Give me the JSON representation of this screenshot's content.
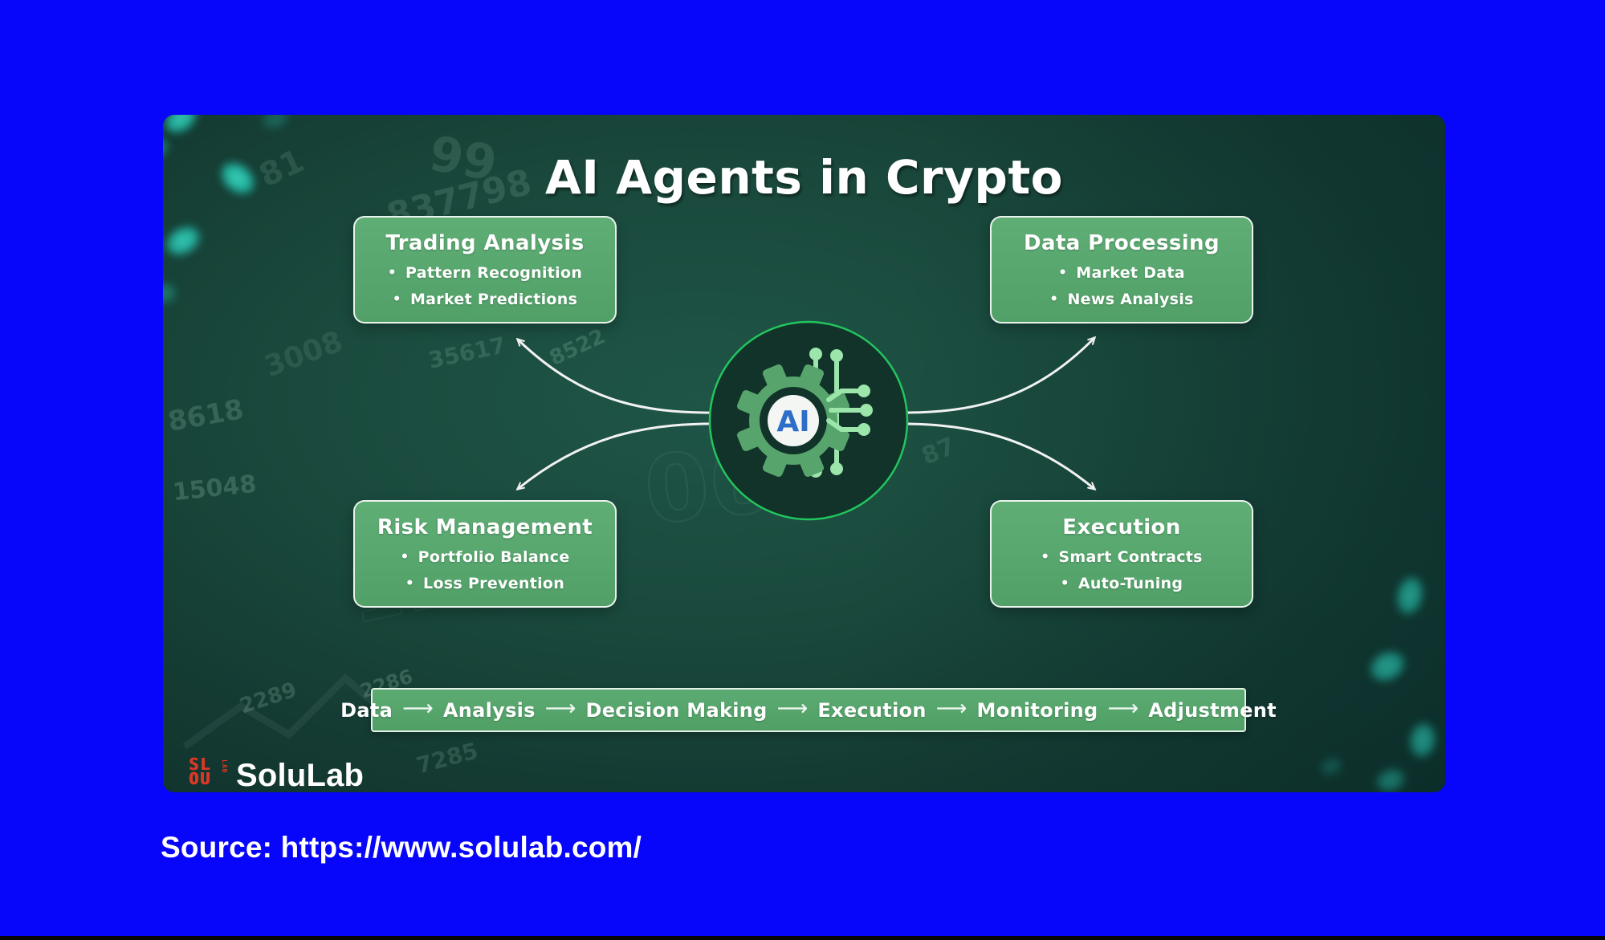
{
  "title": "AI Agents in Crypto",
  "center_emblem": {
    "label": "AI"
  },
  "nodes": [
    {
      "title": "Trading Analysis",
      "bullets": [
        "Pattern Recognition",
        "Market Predictions"
      ]
    },
    {
      "title": "Data Processing",
      "bullets": [
        "Market Data",
        "News Analysis"
      ]
    },
    {
      "title": "Risk Management",
      "bullets": [
        "Portfolio Balance",
        "Loss Prevention"
      ]
    },
    {
      "title": "Execution",
      "bullets": [
        "Smart Contracts",
        "Auto-Tuning"
      ]
    }
  ],
  "flow": {
    "steps": [
      "Data",
      "Analysis",
      "Decision Making",
      "Execution",
      "Monitoring",
      "Adjustment"
    ],
    "arrow_glyph": "⟶"
  },
  "branding": {
    "name": "SoluLab",
    "mark_top": "SL",
    "mark_bottom": "OU",
    "mark_side": "LAB"
  },
  "source_line": "Source: https://www.solulab.com/",
  "background_numbers": [
    "99",
    "837798",
    "81",
    "8522",
    "35617",
    "15048",
    "8618",
    "06",
    "2286",
    "2289",
    "7285",
    "87",
    "3008",
    "1187"
  ],
  "colors": {
    "background_blue": "#0705fa",
    "panel_green": "#1a4a3d",
    "box_green": "#55a56c",
    "ring_green": "#23c55e",
    "ai_blue": "#2d6ec8",
    "circuit_mint": "#9de6ab",
    "logo_red": "#dc3727",
    "text": "#ffffff"
  }
}
